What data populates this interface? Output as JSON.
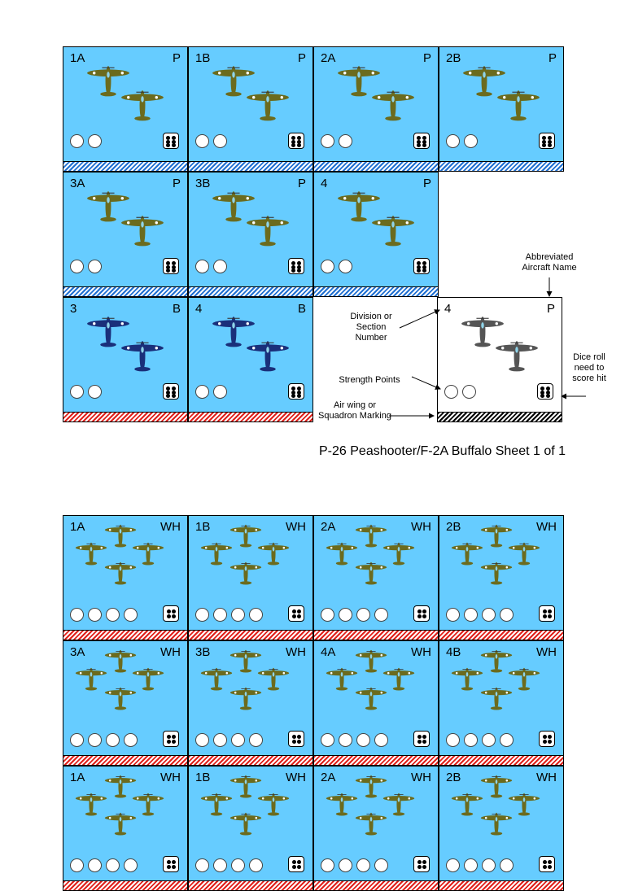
{
  "sheet1": {
    "title": "P-26 Peashooter/F-2A Buffalo Sheet 1 of 1",
    "rows": [
      [
        {
          "label": "1A",
          "type": "P",
          "style": "olive",
          "sp": 2,
          "dice": 6,
          "wing": "blue"
        },
        {
          "label": "1B",
          "type": "P",
          "style": "olive",
          "sp": 2,
          "dice": 6,
          "wing": "blue"
        },
        {
          "label": "2A",
          "type": "P",
          "style": "olive",
          "sp": 2,
          "dice": 6,
          "wing": "blue"
        },
        {
          "label": "2B",
          "type": "P",
          "style": "olive",
          "sp": 2,
          "dice": 6,
          "wing": "blue"
        }
      ],
      [
        {
          "label": "3A",
          "type": "P",
          "style": "olive",
          "sp": 2,
          "dice": 6,
          "wing": "blue"
        },
        {
          "label": "3B",
          "type": "P",
          "style": "olive",
          "sp": 2,
          "dice": 6,
          "wing": "blue"
        },
        {
          "label": "4",
          "type": "P",
          "style": "olive",
          "sp": 2,
          "dice": 6,
          "wing": "blue"
        }
      ],
      [
        {
          "label": "3",
          "type": "B",
          "style": "navy",
          "sp": 2,
          "dice": 6,
          "wing": "red"
        },
        {
          "label": "4",
          "type": "B",
          "style": "navy",
          "sp": 2,
          "dice": 6,
          "wing": "red"
        }
      ]
    ],
    "legend": {
      "counter": {
        "label": "4",
        "type": "P",
        "style": "gray",
        "sp": 2,
        "dice": 6,
        "wing": "black"
      },
      "annotations": {
        "aircraft_name": "Abbreviated Aircraft Name",
        "division": "Division or Section Number",
        "strength": "Strength Points",
        "dice": "Dice roll need to score hit",
        "air_wing": "Air wing or Squadron Marking"
      }
    }
  },
  "sheet2": {
    "rows": [
      [
        {
          "label": "1A",
          "type": "WH",
          "sp": 4,
          "dice": 4,
          "wing": "red"
        },
        {
          "label": "1B",
          "type": "WH",
          "sp": 4,
          "dice": 4,
          "wing": "red"
        },
        {
          "label": "2A",
          "type": "WH",
          "sp": 4,
          "dice": 4,
          "wing": "red"
        },
        {
          "label": "2B",
          "type": "WH",
          "sp": 4,
          "dice": 4,
          "wing": "red"
        }
      ],
      [
        {
          "label": "3A",
          "type": "WH",
          "sp": 4,
          "dice": 4,
          "wing": "red"
        },
        {
          "label": "3B",
          "type": "WH",
          "sp": 4,
          "dice": 4,
          "wing": "red"
        },
        {
          "label": "4A",
          "type": "WH",
          "sp": 4,
          "dice": 4,
          "wing": "red"
        },
        {
          "label": "4B",
          "type": "WH",
          "sp": 4,
          "dice": 4,
          "wing": "red"
        }
      ],
      [
        {
          "label": "1A",
          "type": "WH",
          "sp": 4,
          "dice": 4,
          "wing": "red"
        },
        {
          "label": "1B",
          "type": "WH",
          "sp": 4,
          "dice": 4,
          "wing": "red"
        },
        {
          "label": "2A",
          "type": "WH",
          "sp": 4,
          "dice": 4,
          "wing": "red"
        },
        {
          "label": "2B",
          "type": "WH",
          "sp": 4,
          "dice": 4,
          "wing": "red"
        }
      ]
    ]
  },
  "colors": {
    "counter_bg": "#66ccff",
    "olive_plane": "#6b6b1e",
    "navy_plane": "#1a2f7a",
    "gray_plane": "#555555",
    "blue_stripe": "#1f6fd1",
    "red_stripe": "#e0201a"
  },
  "icons": {
    "plane": "fighter-plane-icon",
    "die": "die-icon",
    "strength": "strength-point-circle"
  }
}
